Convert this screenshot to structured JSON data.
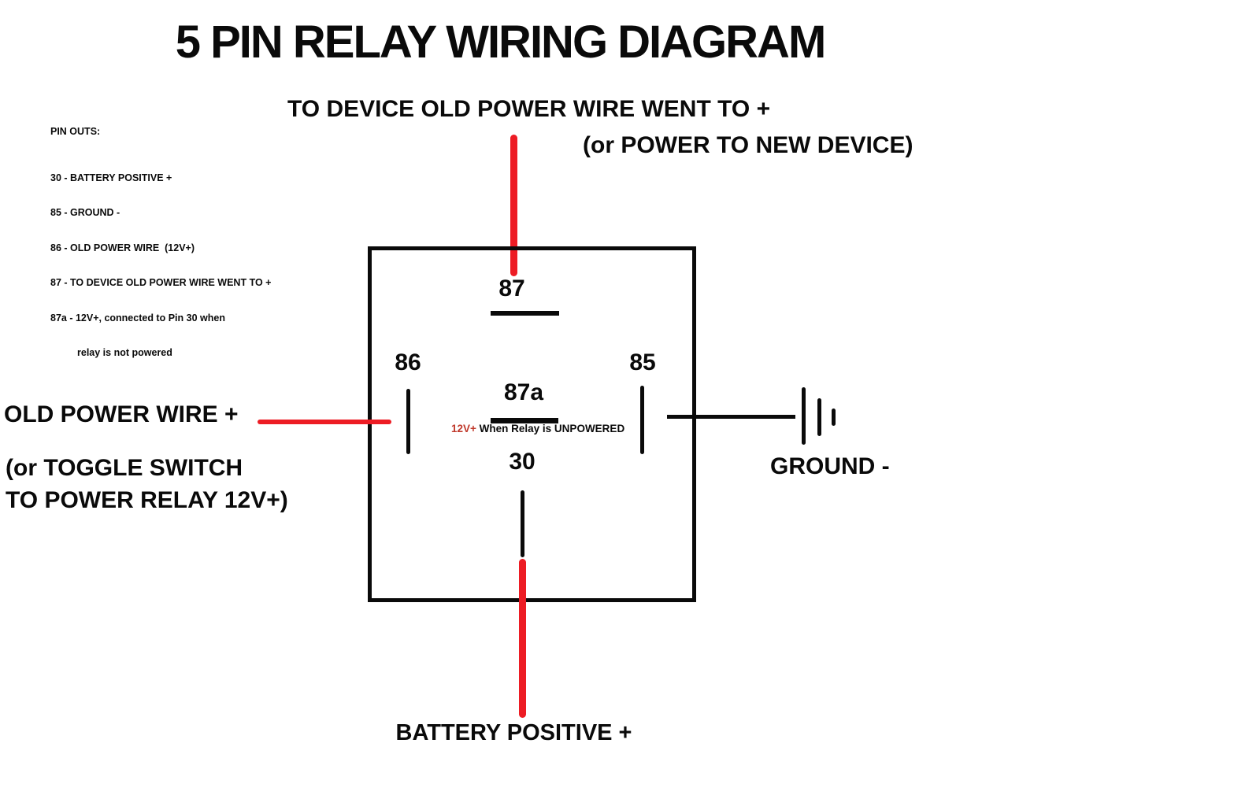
{
  "title": "5 PIN RELAY WIRING DIAGRAM",
  "pinouts": {
    "heading": "PIN OUTS:",
    "items": [
      "30 - BATTERY POSITIVE +",
      "85 - GROUND -",
      "86 - OLD POWER WIRE  (12V+)",
      "87 - TO DEVICE OLD POWER WIRE WENT TO +",
      "87a - 12V+, connected to Pin 30 when",
      "relay is not powered"
    ]
  },
  "labels": {
    "top_main": "TO DEVICE OLD POWER WIRE WENT TO +",
    "top_alt": "(or POWER TO NEW DEVICE)",
    "left_main": "OLD POWER WIRE +",
    "left_alt": "(or TOGGLE SWITCH\nTO POWER RELAY 12V+)",
    "ground": "GROUND -",
    "battery": "BATTERY POSITIVE +"
  },
  "relay": {
    "pins": {
      "p87": "87",
      "p87a": "87a",
      "p86": "86",
      "p85": "85",
      "p30": "30"
    },
    "caption_red": "12V+",
    "caption_rest": " When Relay is UNPOWERED"
  },
  "colors": {
    "ink": "#0A0A0A",
    "wire-red": "#ED1C24",
    "caption-red": "#C0392B"
  }
}
